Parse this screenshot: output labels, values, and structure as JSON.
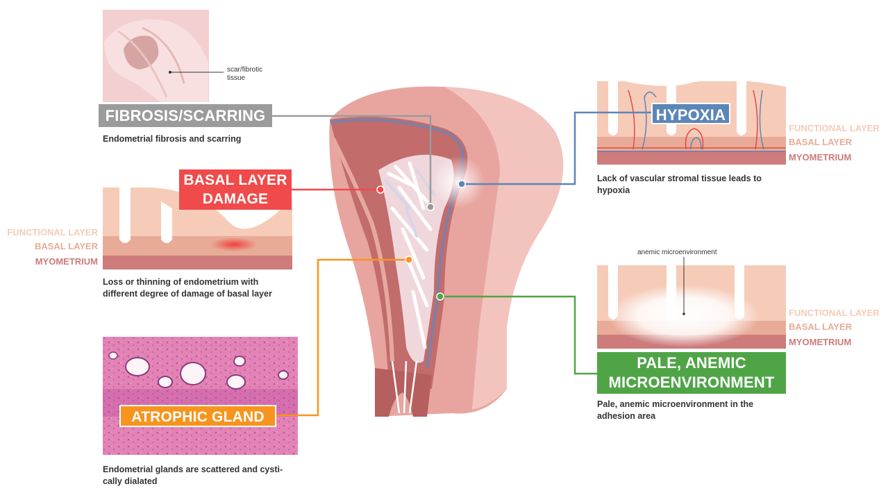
{
  "colors": {
    "fibrosis": "#9b9b9b",
    "basal": "#f04a4a",
    "hypoxia": "#5b86b8",
    "atrophic": "#f7941d",
    "pale": "#4fa546",
    "functional_layer": "#f6cbb8",
    "basal_layer": "#e8ab97",
    "myometrium": "#cd7b7b"
  },
  "fibrosis": {
    "tag": "FIBROSIS/SCARRING",
    "caption": "Endometrial fibrosis and scarring",
    "note_line1": "scar/fibrotic",
    "note_line2": "tissue"
  },
  "basal": {
    "tag_line1": "BASAL LAYER",
    "tag_line2": "DAMAGE",
    "caption_line1": "Loss or thinning of endometrium with",
    "caption_line2": "different degree of damage of basal layer",
    "layers": [
      "FUNCTIONAL LAYER",
      "BASAL LAYER",
      "MYOMETRIUM"
    ]
  },
  "atrophic": {
    "tag": "ATROPHIC GLAND",
    "caption_line1": "Endometrial glands are scattered and cysti-",
    "caption_line2": "cally dialated"
  },
  "hypoxia": {
    "tag": "HYPOXIA",
    "caption_line1": "Lack of vascular stromal tissue leads to",
    "caption_line2": "hypoxia",
    "layers": [
      "FUNCTIONAL LAYER",
      "BASAL LAYER",
      "MYOMETRIUM"
    ]
  },
  "pale": {
    "tag_line1": "PALE, ANEMIC",
    "tag_line2": "MICROENVIRONMENT",
    "note": "anemic microenvironment",
    "caption_line1": "Pale, anemic microenvironment in the",
    "caption_line2": "adhesion area",
    "layers": [
      "FUNCTIONAL LAYER",
      "BASAL LAYER",
      "MYOMETRIUM"
    ]
  }
}
